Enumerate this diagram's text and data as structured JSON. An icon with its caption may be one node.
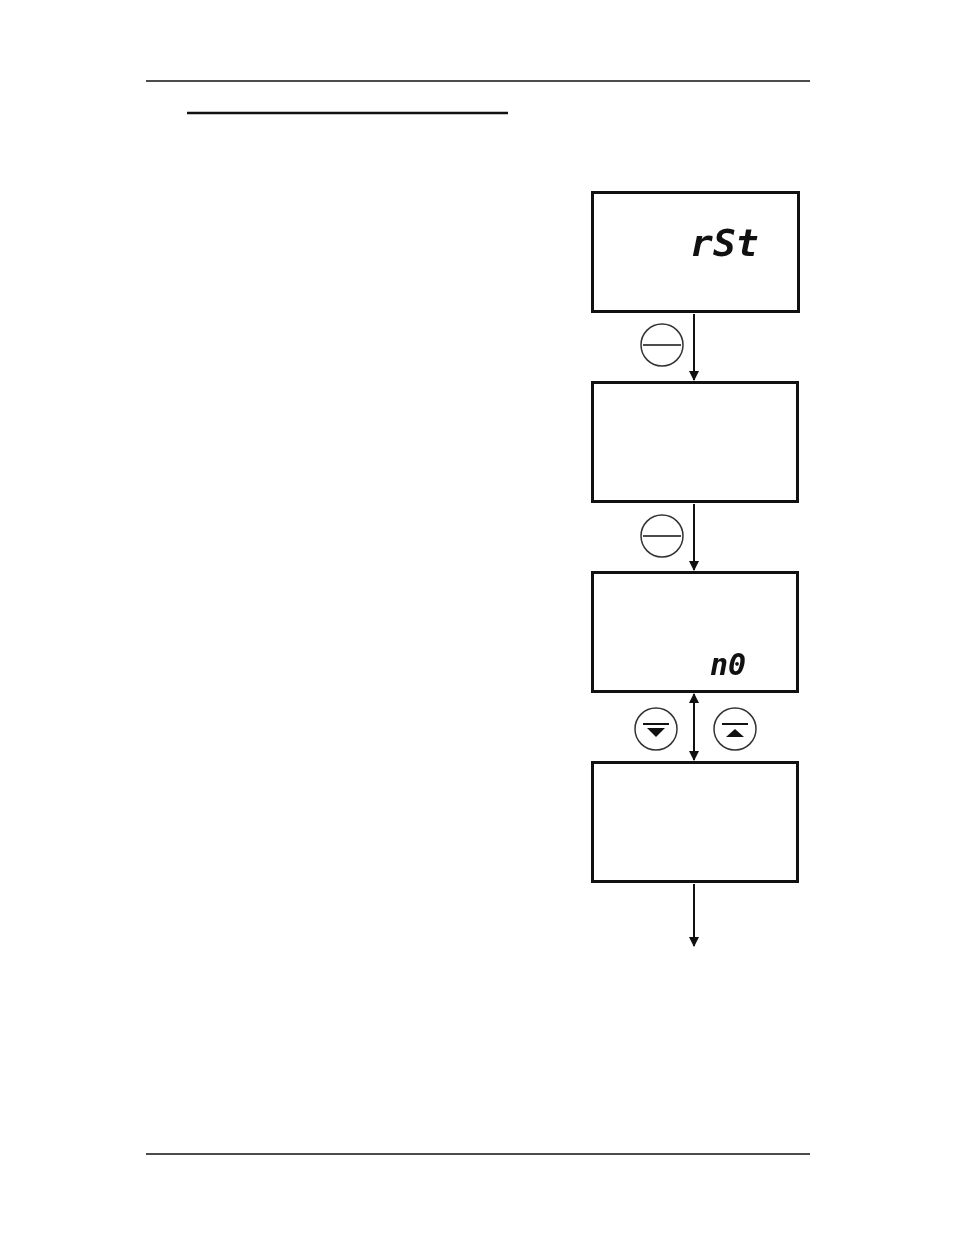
{
  "diagram": {
    "nodes": [
      {
        "text": [
          "rSt"
        ]
      },
      {
        "text": [],
        "shape": "box"
      },
      {
        "text": [
          "n0"
        ]
      },
      {
        "text": [],
        "shape": "box"
      }
    ],
    "edges": [
      {
        "from": 0,
        "to": 1,
        "arrow": "to"
      },
      {
        "from": 1,
        "to": 2,
        "arrow": "to"
      },
      {
        "from": 2,
        "to": 3,
        "arrow": "both"
      },
      {
        "from": 3,
        "to": null,
        "arrow": "to"
      }
    ]
  }
}
